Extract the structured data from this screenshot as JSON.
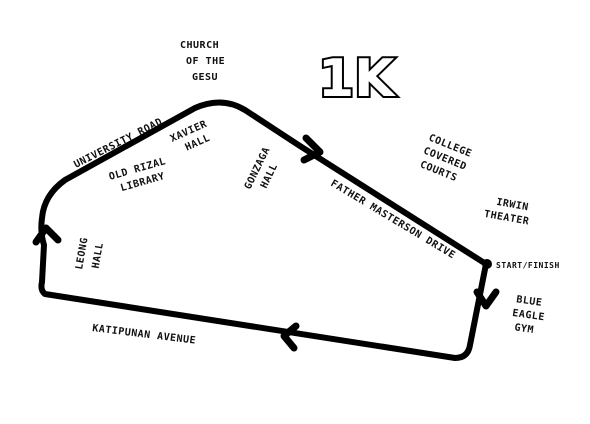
{
  "title": "1K",
  "start_finish": "START/FINISH",
  "roads": {
    "university_road": "UNIVERSITY ROAD",
    "father_masterson_drive": "FATHER MASTERSON DRIVE",
    "katipunan_avenue": "KATIPUNAN AVENUE"
  },
  "landmarks": {
    "church": [
      "CHURCH",
      "OF THE",
      "GESU"
    ],
    "xavier_hall": [
      "XAVIER",
      "HALL"
    ],
    "old_rizal_library": [
      "OLD RIZAL",
      "LIBRARY"
    ],
    "gonzaga_hall": [
      "GONZAGA",
      "HALL"
    ],
    "college_covered_courts": [
      "COLLEGE",
      "COVERED",
      "COURTS"
    ],
    "irwin_theater": [
      "IRWIN",
      "THEATER"
    ],
    "leong_hall": [
      "LEONG",
      "HALL"
    ],
    "blue_eagle_gym": [
      "BLUE",
      "EAGLE",
      "GYM"
    ]
  },
  "colors": {
    "route": "#000000",
    "background": "#ffffff"
  },
  "icons": {
    "arrows": "chevron-arrow-icon",
    "start_marker": "start-finish-dot-icon"
  }
}
